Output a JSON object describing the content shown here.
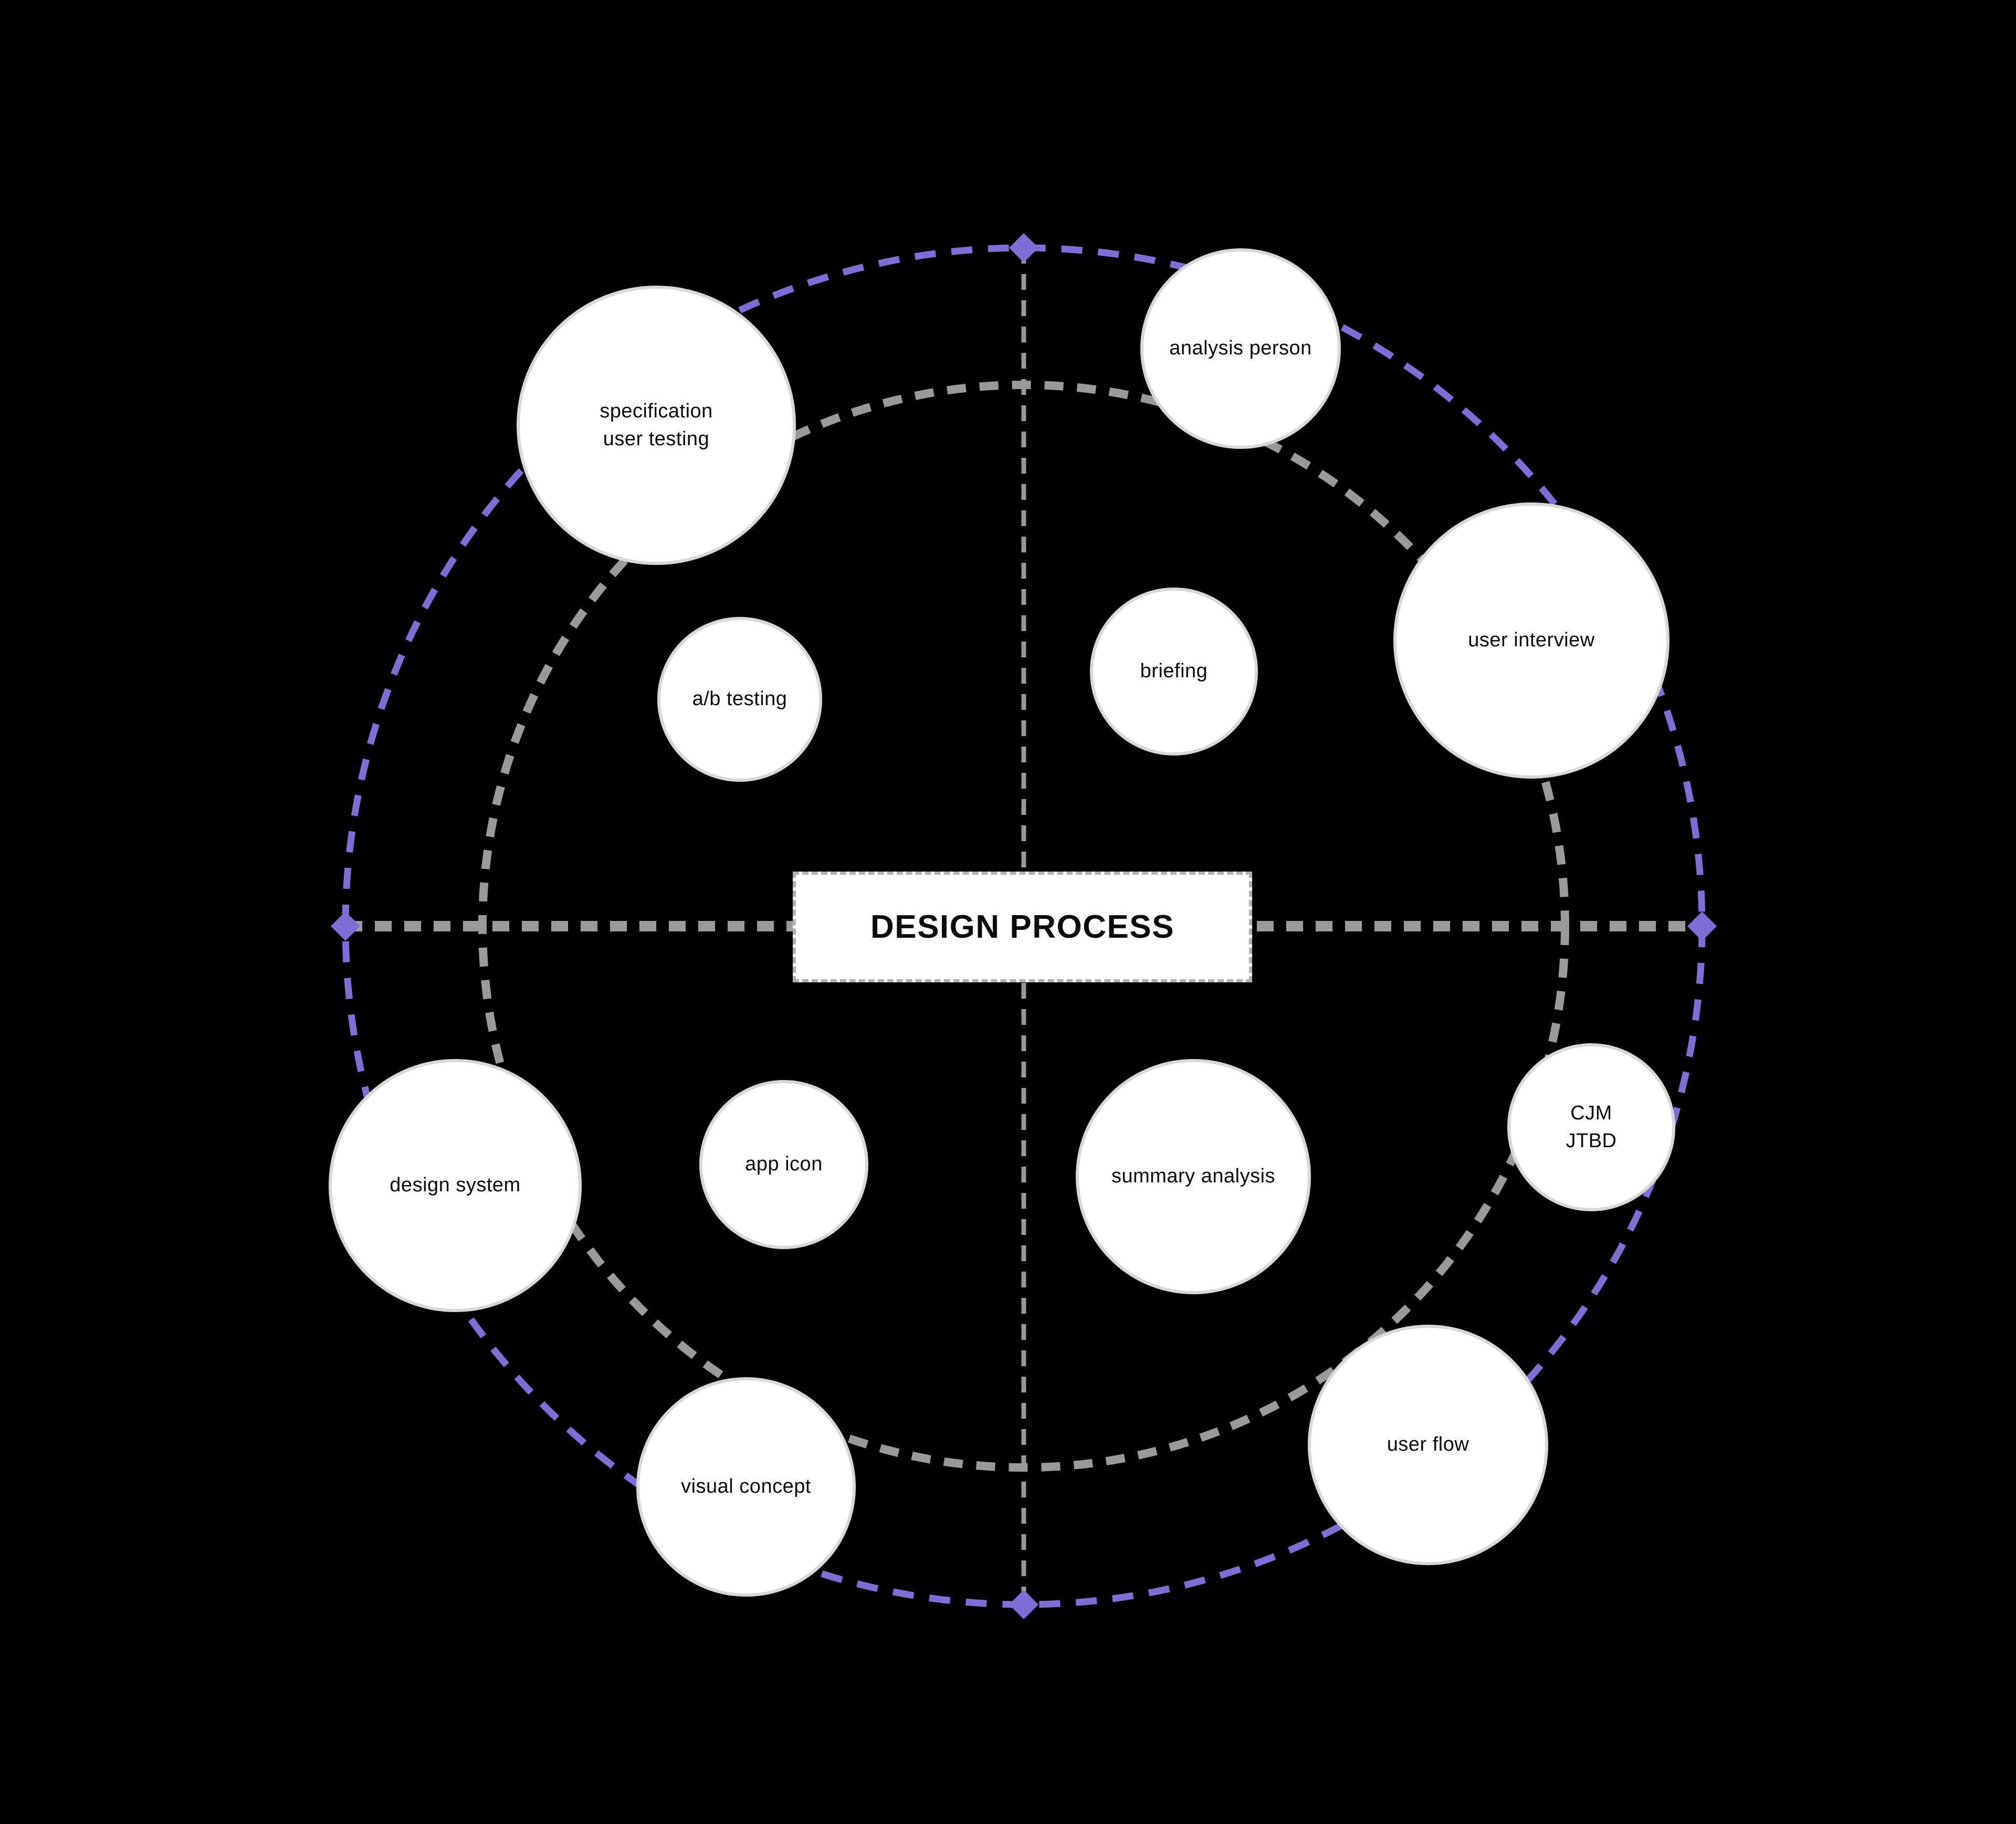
{
  "diagram": {
    "title": "DESIGN PROCESS",
    "nodes": [
      {
        "label": "specification\nuser testing"
      },
      {
        "label": "analysis person"
      },
      {
        "label": "user interview"
      },
      {
        "label": "a/b testing"
      },
      {
        "label": "briefing"
      },
      {
        "label": "design system"
      },
      {
        "label": "app icon"
      },
      {
        "label": "summary analysis"
      },
      {
        "label": "CJM\nJTBD"
      },
      {
        "label": "visual concept"
      },
      {
        "label": "user flow"
      }
    ],
    "colors": {
      "background": "#000000",
      "accent_purple": "#7e6ed6",
      "guide_gray": "#9a9a9a",
      "node_fill": "#ffffff",
      "node_border": "#d8d8d8",
      "text": "#0b0b0b"
    }
  }
}
